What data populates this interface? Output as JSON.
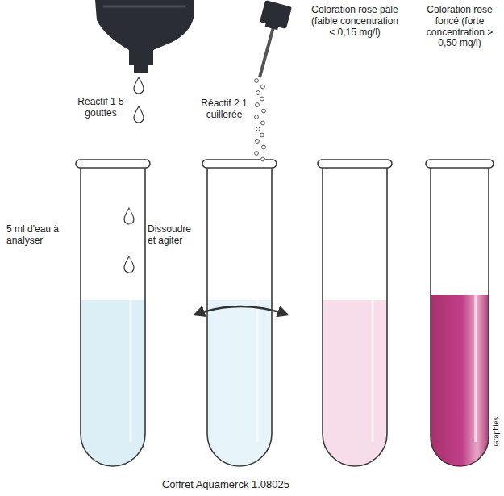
{
  "diagram": {
    "caption": "Coffret Aquamerck 1.08025",
    "labels": [
      "Réactif 1 5 gouttes",
      "5 ml d'eau à analyser",
      "Réactif 2 1 cuillerée",
      "Dissoudre et agiter",
      "Coloration rose pâle (faible concentration < 0,15 mg/l)",
      "Coloration rose foncé (forte concentration > 0,50 mg/l)",
      "Graphies"
    ]
  }
}
